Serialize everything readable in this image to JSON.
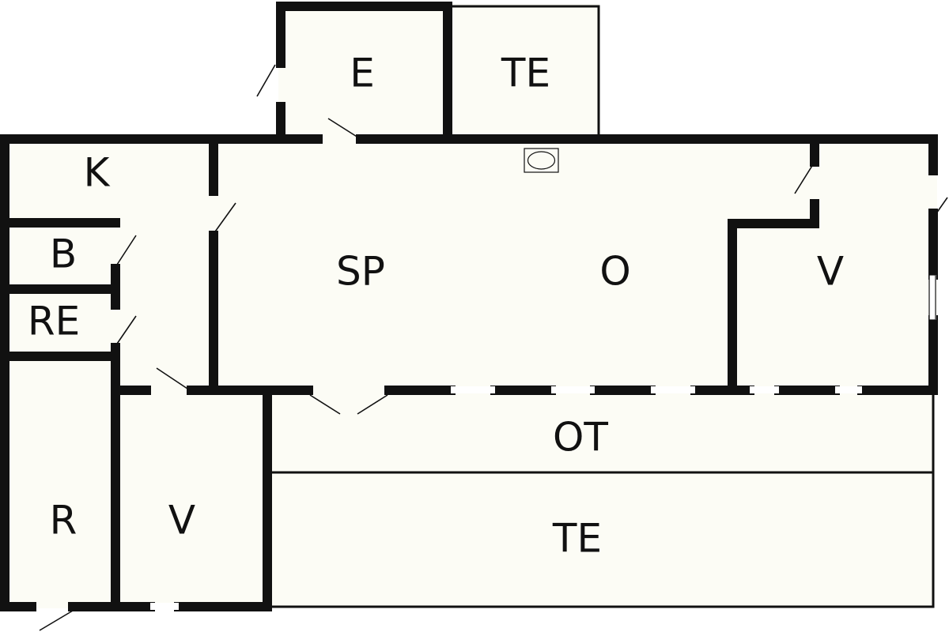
{
  "rooms": {
    "entry": "E",
    "terrace_top": "TE",
    "kitchen": "K",
    "bath": "B",
    "re": "RE",
    "dining": "SP",
    "living": "O",
    "bedroom_right": "V",
    "room_r": "R",
    "bedroom_left": "V",
    "covered_terrace": "OT",
    "terrace_bottom": "TE"
  },
  "colors": {
    "floor": "#fcfcf5",
    "wall": "#111111"
  }
}
